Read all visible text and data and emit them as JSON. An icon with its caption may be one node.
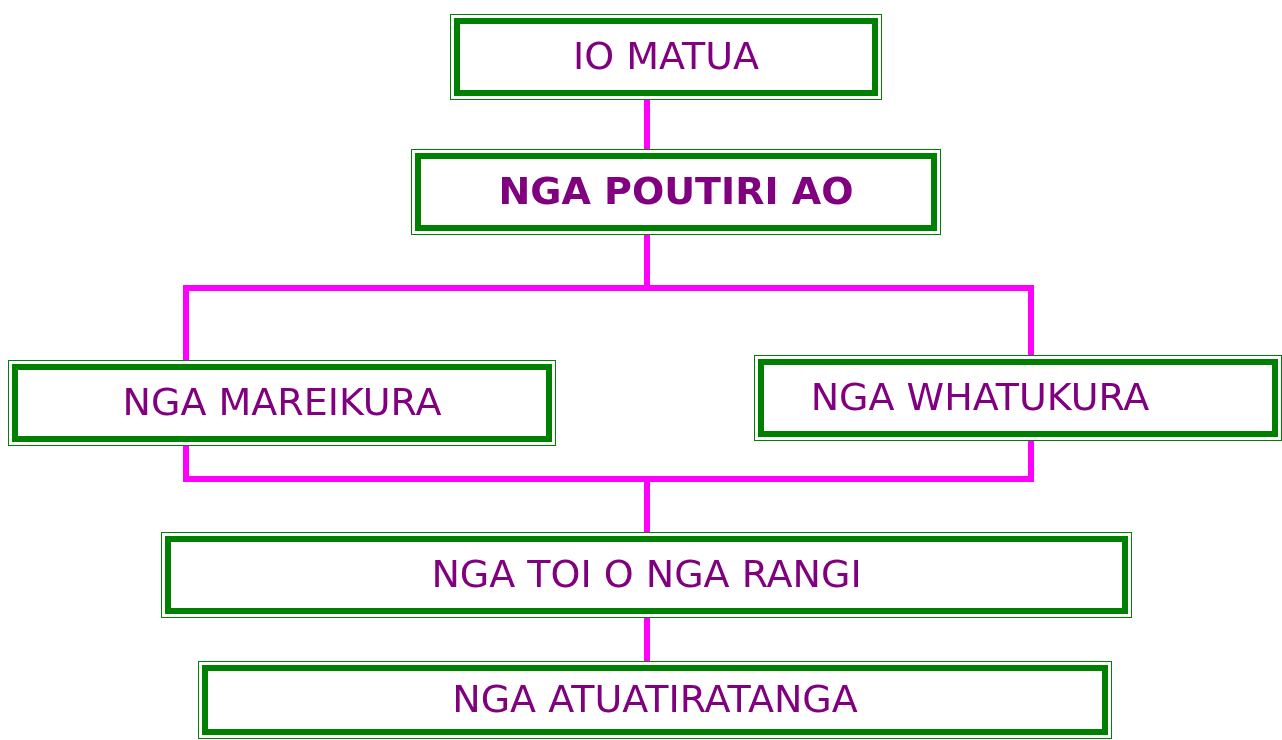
{
  "diagram": {
    "nodes": [
      {
        "text": [
          "IO MATUA"
        ]
      },
      {
        "text": [
          "NGA POUTIRI AO"
        ]
      },
      {
        "text": [
          "NGA MAREIKURA"
        ]
      },
      {
        "text": [
          "NGA WHATUKURA"
        ]
      },
      {
        "text": [
          "NGA TOI O NGA RANGI"
        ]
      },
      {
        "text": [
          "NGA ATUATIRATANGA"
        ]
      }
    ],
    "edges": [
      {
        "from": 0,
        "to": 1,
        "arrow": "none"
      },
      {
        "from": 1,
        "to": 2,
        "arrow": "none"
      },
      {
        "from": 1,
        "to": 3,
        "arrow": "none"
      },
      {
        "from": 2,
        "to": 4,
        "arrow": "none"
      },
      {
        "from": 3,
        "to": 4,
        "arrow": "none"
      },
      {
        "from": 4,
        "to": 5,
        "arrow": "none"
      }
    ]
  }
}
